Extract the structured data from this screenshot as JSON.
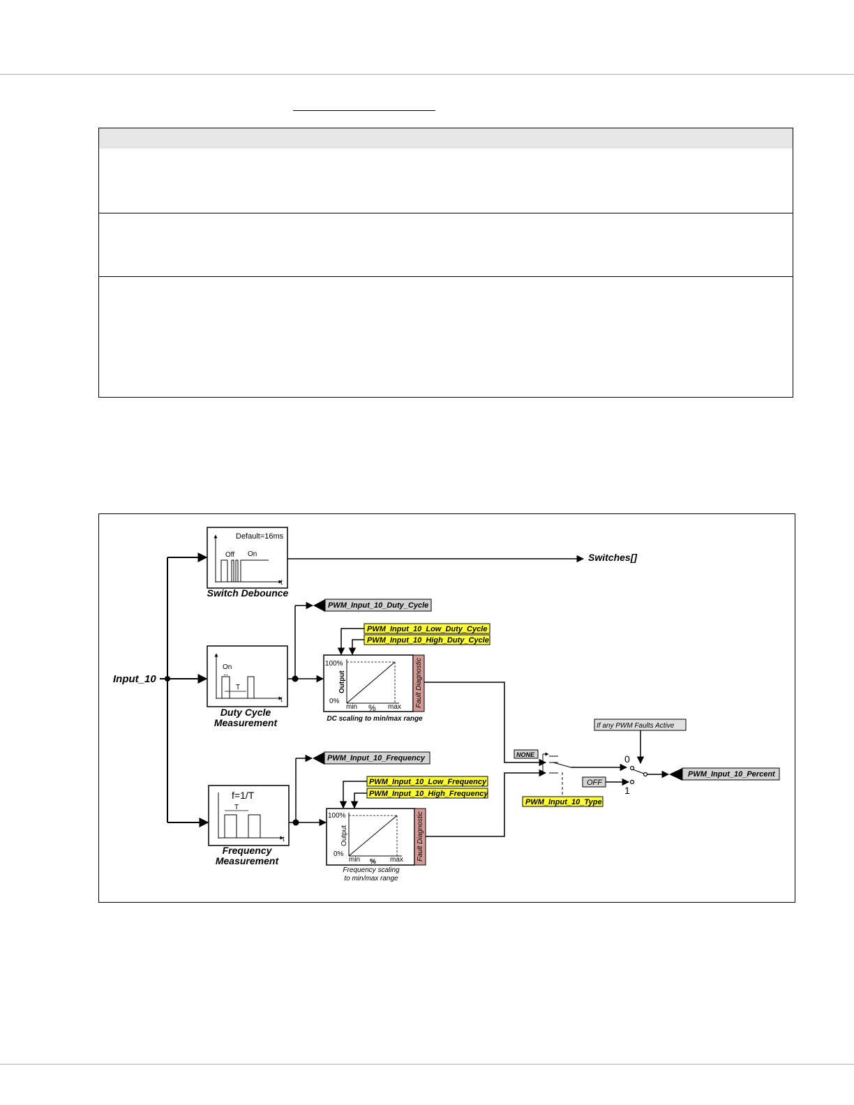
{
  "diagram": {
    "input_label": "Input_10",
    "switch_debounce": {
      "default_label": "Default=16ms",
      "off_label": "Off",
      "on_label": "On",
      "t_label": "t",
      "caption": "Switch Debounce",
      "output_label": "Switches[]"
    },
    "duty_cycle": {
      "on_label": "On",
      "arrow_label": "↔",
      "period_label": "T",
      "t_label": "t",
      "caption_line1": "Duty Cycle",
      "caption_line2": "Measurement",
      "output_tag": "PWM_Input_10_Duty_Cycle",
      "low_tag": "PWM_Input_10_Low_Duty_Cycle",
      "high_tag": "PWM_Input_10_High_Duty_Cycle",
      "scale": {
        "y_top": "100%",
        "y_bottom": "0%",
        "y_label": "Output",
        "x_min": "min",
        "x_mid": "%",
        "x_max": "max",
        "fault_label": "Fault Diagnostic",
        "caption": "DC scaling to min/max range"
      }
    },
    "frequency": {
      "formula": "f=1/T",
      "period_label": "T",
      "t_label": "t",
      "caption_line1": "Frequency",
      "caption_line2": "Measurement",
      "output_tag": "PWM_Input_10_Frequency",
      "low_tag": "PWM_Input_10_Low_Frequency",
      "high_tag": "PWM_Input_10_High_Frequency",
      "scale": {
        "y_top": "100%",
        "y_bottom": "0%",
        "y_label": "Output",
        "x_min": "min",
        "x_mid": "%",
        "x_max": "max",
        "fault_label": "Fault Diagnostic",
        "caption_line1": "Frequency scaling",
        "caption_line2": "to min/max range"
      }
    },
    "selector": {
      "none_label": "NONE",
      "type_tag": "PWM_Input_10_Type"
    },
    "fault_switch": {
      "condition": "If any PWM Faults Active",
      "pos0": "0",
      "pos1": "1",
      "off_label": "OFF",
      "output_tag": "PWM_Input_10_Percent"
    },
    "colors": {
      "yellow_tag": "#ffff33",
      "grey_tag": "#d4d4d4",
      "fault_bar": "#d49a96"
    }
  }
}
